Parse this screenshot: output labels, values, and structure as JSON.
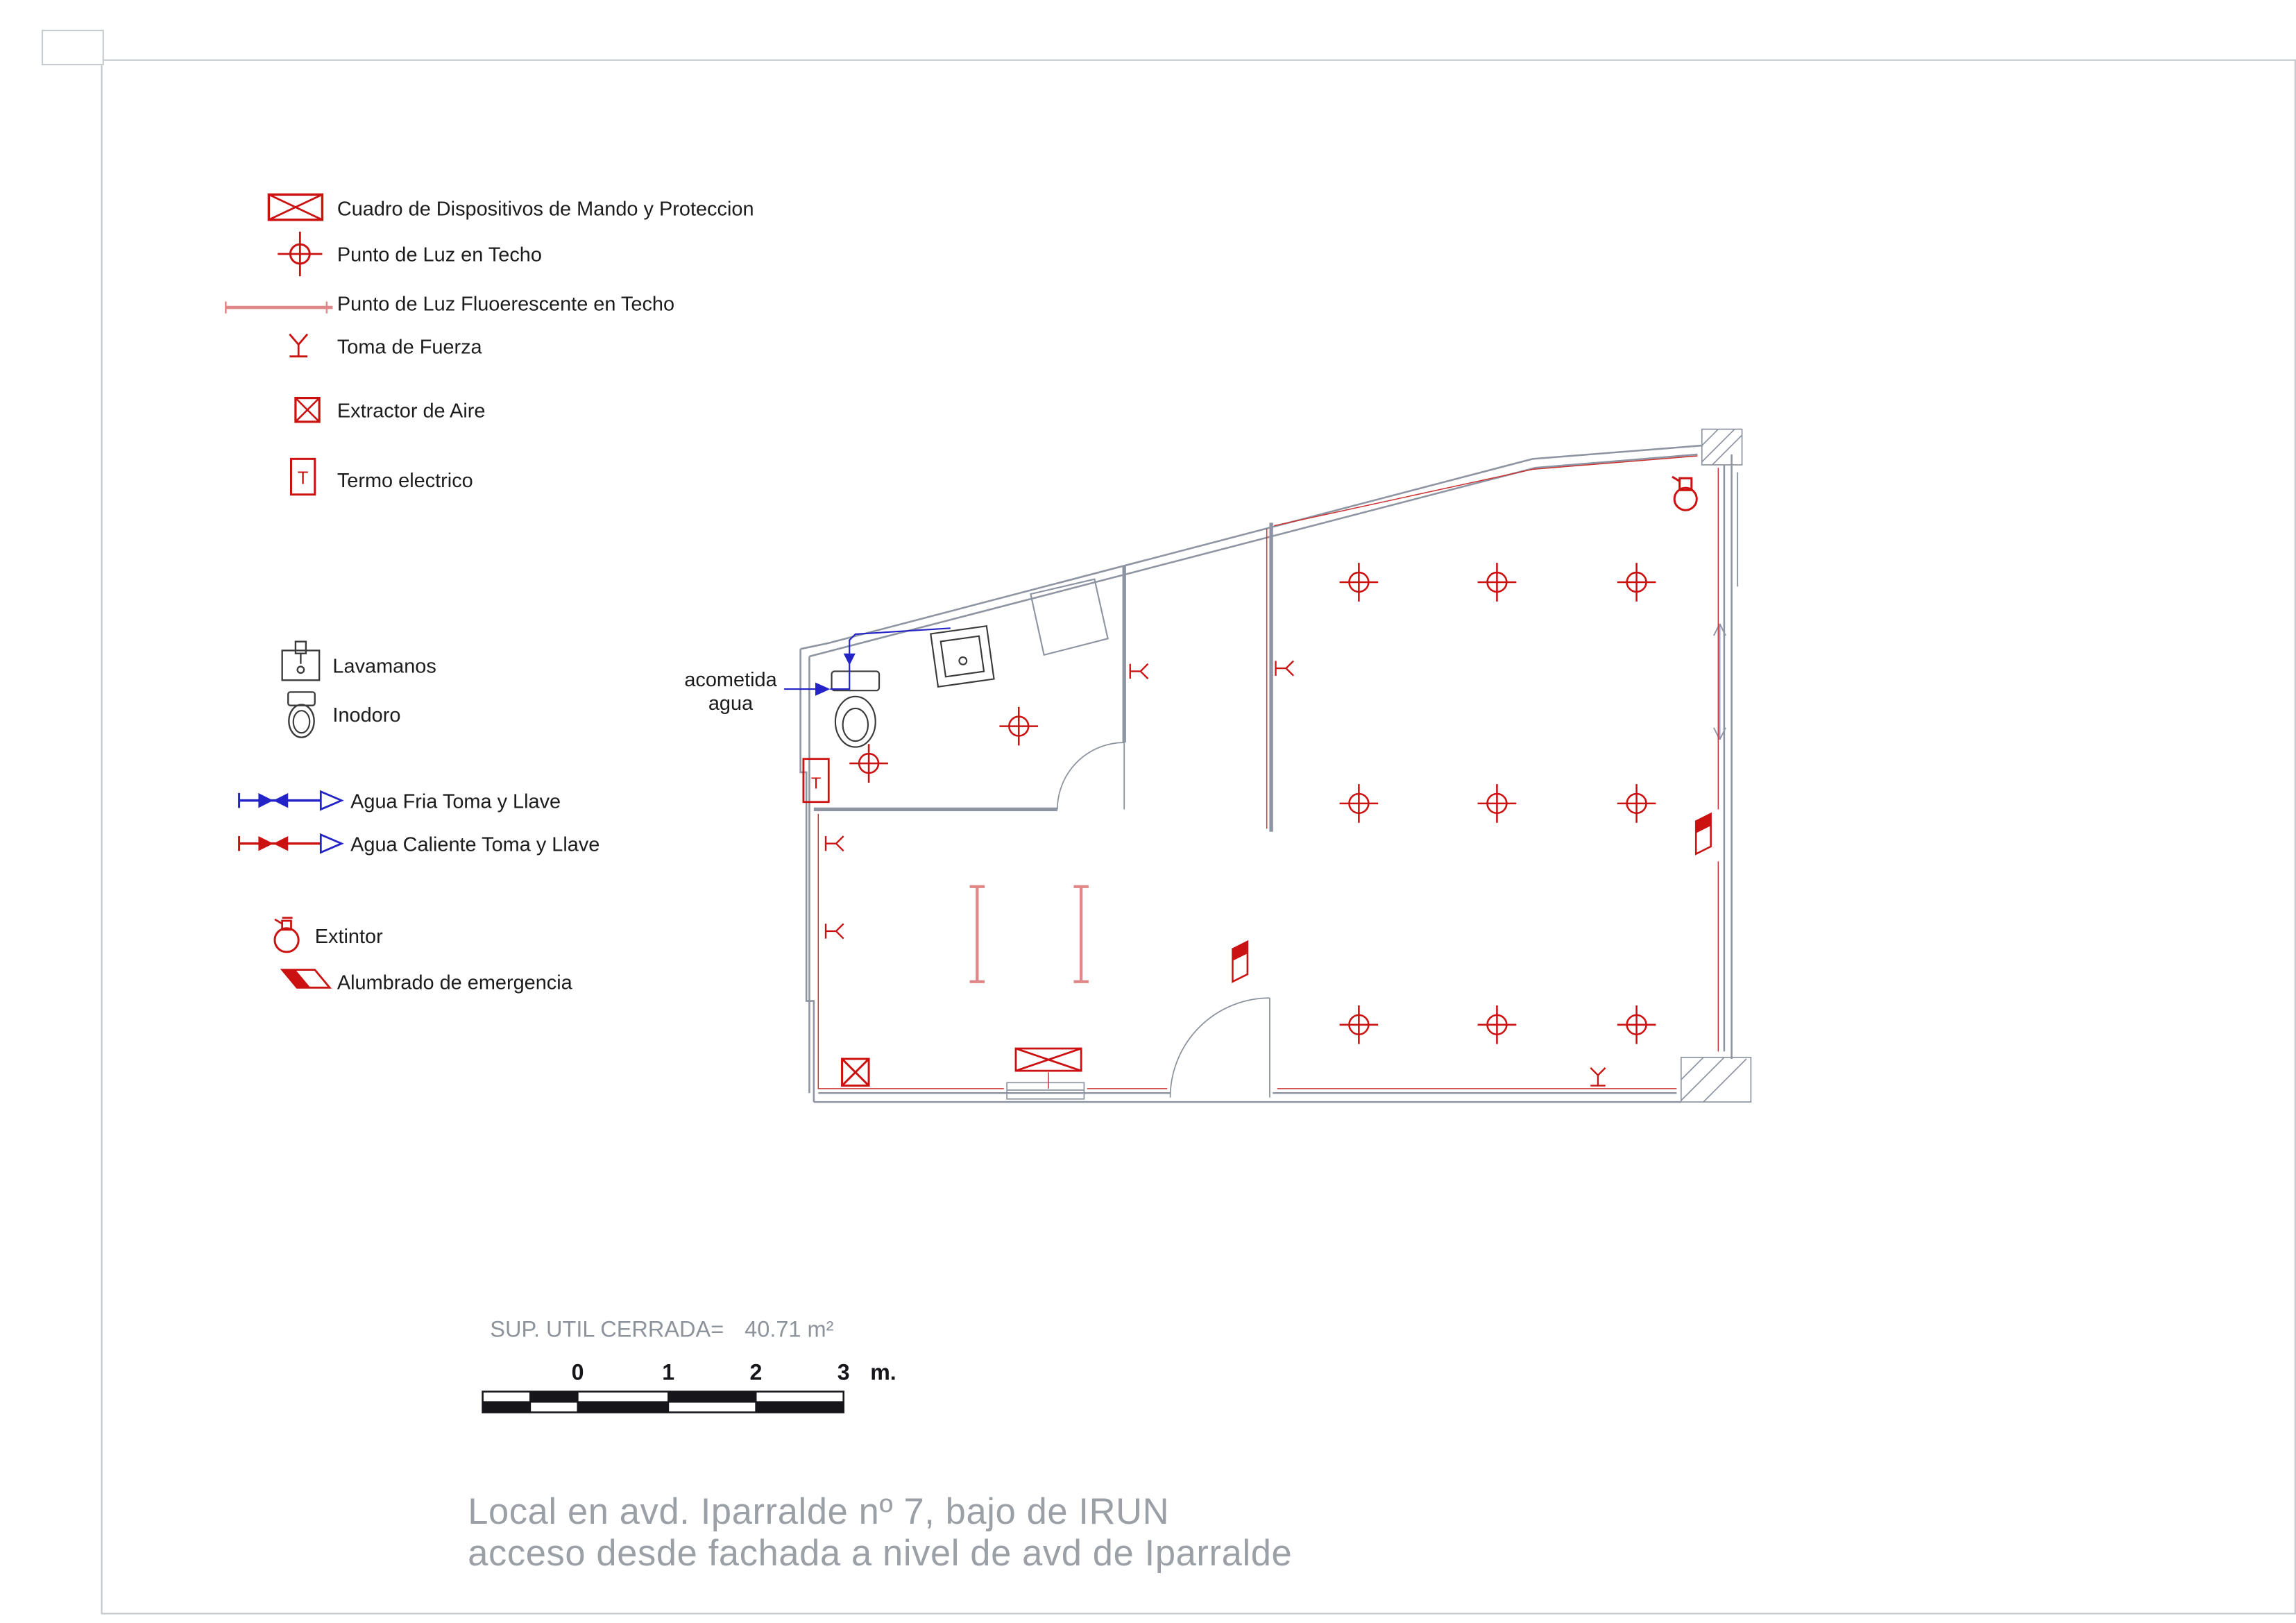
{
  "legend": {
    "items": [
      {
        "name": "panel-board",
        "label": "Cuadro de Dispositivos de Mando y Proteccion"
      },
      {
        "name": "ceiling-light",
        "label": "Punto de Luz en Techo"
      },
      {
        "name": "fluorescent-light",
        "label": "Punto de Luz Fluoerescente en Techo"
      },
      {
        "name": "power-socket",
        "label": "Toma de Fuerza"
      },
      {
        "name": "air-extractor",
        "label": "Extractor de Aire"
      },
      {
        "name": "water-heater",
        "label": "Termo electrico"
      },
      {
        "name": "washbasin",
        "label": "Lavamanos"
      },
      {
        "name": "toilet",
        "label": "Inodoro"
      },
      {
        "name": "cold-water",
        "label": "Agua Fria Toma y Llave"
      },
      {
        "name": "hot-water",
        "label": "Agua Caliente Toma y Llave"
      },
      {
        "name": "fire-extinguisher",
        "label": "Extintor"
      },
      {
        "name": "emergency-light",
        "label": "Alumbrado de emergencia"
      }
    ]
  },
  "termo_letter": "T",
  "plan": {
    "water_inlet": {
      "line1": "acometida",
      "line2": "agua"
    }
  },
  "summary": {
    "area_label": "SUP. UTIL CERRADA=",
    "area_value": "40.71 m²"
  },
  "scale_bar": {
    "ticks": [
      "0",
      "1",
      "2",
      "3"
    ],
    "unit": "m."
  },
  "title": {
    "line1": "Local en avd. Iparralde nº 7, bajo de IRUN",
    "line2": "acceso desde fachada a nivel de avd de Iparralde"
  },
  "colors": {
    "symbol_red": "#cc1111",
    "light_red": "#e08888",
    "pipe_blue": "#2323c8",
    "wall_gray": "#8e95a2",
    "title_gray": "#9aa0a6"
  }
}
